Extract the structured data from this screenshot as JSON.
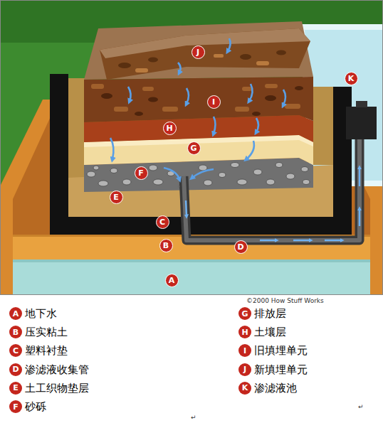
{
  "diagram": {
    "nodes": [
      {
        "text": [
          "J"
        ]
      },
      {
        "text": [
          "K"
        ]
      },
      {
        "text": [
          "I"
        ]
      },
      {
        "text": [
          "H"
        ]
      },
      {
        "text": [
          "G"
        ]
      },
      {
        "text": [
          "F"
        ]
      },
      {
        "text": [
          "E"
        ]
      },
      {
        "text": [
          "C"
        ]
      },
      {
        "text": [
          "B"
        ]
      },
      {
        "text": [
          "D"
        ]
      },
      {
        "text": [
          "A"
        ]
      }
    ],
    "labels": [
      "A",
      "B",
      "C",
      "D",
      "E",
      "F",
      "G",
      "H",
      "I",
      "J",
      "K",
      "©2000 How Stuff Works",
      "↵",
      "↵"
    ],
    "legend": [
      {
        "text": "地下水",
        "color": "#c4261d"
      },
      {
        "text": "压实粘土",
        "color": "#c4261d"
      },
      {
        "text": "塑料衬垫",
        "color": "#c4261d"
      },
      {
        "text": "渗滤液收集管",
        "color": "#c4261d"
      },
      {
        "text": "土工织物垫层",
        "color": "#c4261d"
      },
      {
        "text": "砂砾",
        "color": "#c4261d"
      },
      {
        "text": "排放层",
        "color": "#c4261d"
      },
      {
        "text": "土壤层",
        "color": "#c4261d"
      },
      {
        "text": "旧填埋单元",
        "color": "#c4261d"
      },
      {
        "text": "新填埋单元",
        "color": "#c4261d"
      },
      {
        "text": "渗滤液池",
        "color": "#c4261d"
      }
    ]
  }
}
